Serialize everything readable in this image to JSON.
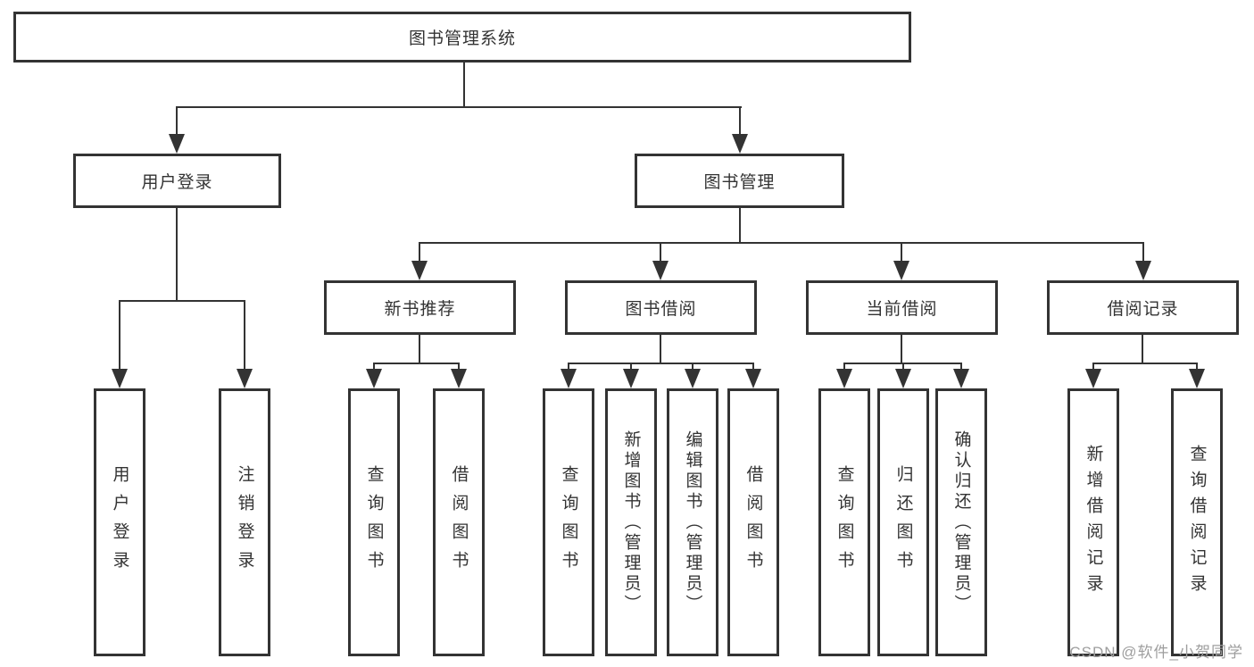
{
  "diagram": {
    "title": "图书管理系统",
    "root": {
      "label": "图书管理系统"
    },
    "level2": {
      "user": {
        "label": "用户登录"
      },
      "book": {
        "label": "图书管理"
      }
    },
    "level3": {
      "recommend": {
        "label": "新书推荐"
      },
      "borrow": {
        "label": "图书借阅"
      },
      "current": {
        "label": "当前借阅"
      },
      "records": {
        "label": "借阅记录"
      }
    },
    "leaves": {
      "user": [
        "用户登录",
        "注销登录"
      ],
      "recommend": [
        "查询图书",
        "借阅图书"
      ],
      "borrow": [
        "查询图书",
        "新增图书（管理员）",
        "编辑图书（管理员）",
        "借阅图书"
      ],
      "current": [
        "查询图书",
        "归还图书",
        "确认归还（管理员）"
      ],
      "records": [
        "新增借阅记录",
        "查询借阅记录"
      ]
    },
    "colors": {
      "line": "#333333",
      "text": "#333333",
      "background": "#ffffff",
      "watermark": "#9e9e9e"
    },
    "watermark": "CSDN @软件_小贺同学"
  }
}
